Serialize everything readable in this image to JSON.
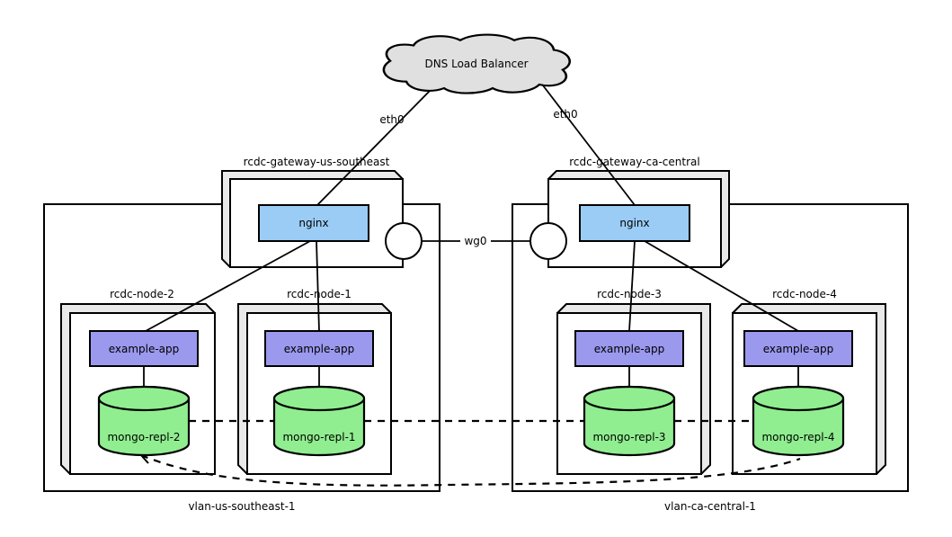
{
  "diagram": {
    "cloud": {
      "label": "DNS Load Balancer"
    },
    "interfaces": {
      "eth0_left": "eth0",
      "eth0_right": "eth0",
      "wg0": "wg0"
    },
    "gateways": [
      {
        "name": "rcdc-gateway-us-southeast",
        "service": "nginx"
      },
      {
        "name": "rcdc-gateway-ca-central",
        "service": "nginx"
      }
    ],
    "vlans": [
      {
        "label": "vlan-us-southeast-1"
      },
      {
        "label": "vlan-ca-central-1"
      }
    ],
    "nodes": [
      {
        "name": "rcdc-node-2",
        "app": "example-app",
        "db": "mongo-repl-2"
      },
      {
        "name": "rcdc-node-1",
        "app": "example-app",
        "db": "mongo-repl-1"
      },
      {
        "name": "rcdc-node-3",
        "app": "example-app",
        "db": "mongo-repl-3"
      },
      {
        "name": "rcdc-node-4",
        "app": "example-app",
        "db": "mongo-repl-4"
      }
    ],
    "colors": {
      "nginx": "#9accf5",
      "app": "#9b99ee",
      "db": "#90ee90",
      "cloud": "#e0e0e0",
      "box_side": "#e9e9e9",
      "face": "#ffffff",
      "stroke": "#000000"
    }
  }
}
